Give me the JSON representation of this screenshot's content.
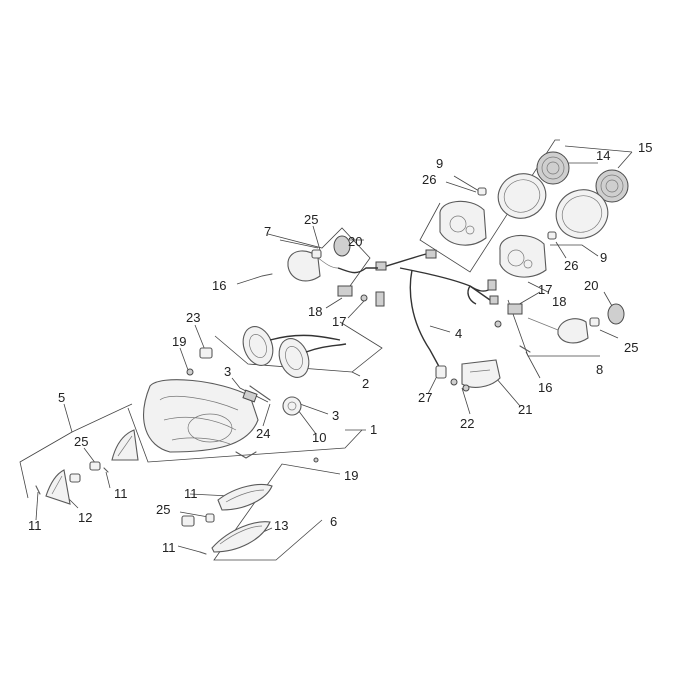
{
  "callouts": [
    {
      "id": "c1",
      "text": "1"
    },
    {
      "id": "c2",
      "text": "2"
    },
    {
      "id": "c3a",
      "text": "3"
    },
    {
      "id": "c3b",
      "text": "3"
    },
    {
      "id": "c4",
      "text": "4"
    },
    {
      "id": "c5",
      "text": "5"
    },
    {
      "id": "c6",
      "text": "6"
    },
    {
      "id": "c7",
      "text": "7"
    },
    {
      "id": "c8",
      "text": "8"
    },
    {
      "id": "c9a",
      "text": "9"
    },
    {
      "id": "c9b",
      "text": "9"
    },
    {
      "id": "c10",
      "text": "10"
    },
    {
      "id": "c11a",
      "text": "11"
    },
    {
      "id": "c11b",
      "text": "11"
    },
    {
      "id": "c11c",
      "text": "11"
    },
    {
      "id": "c11d",
      "text": "11"
    },
    {
      "id": "c12",
      "text": "12"
    },
    {
      "id": "c13",
      "text": "13"
    },
    {
      "id": "c14",
      "text": "14"
    },
    {
      "id": "c15",
      "text": "15"
    },
    {
      "id": "c16a",
      "text": "16"
    },
    {
      "id": "c16b",
      "text": "16"
    },
    {
      "id": "c17a",
      "text": "17"
    },
    {
      "id": "c17b",
      "text": "17"
    },
    {
      "id": "c18a",
      "text": "18"
    },
    {
      "id": "c18b",
      "text": "18"
    },
    {
      "id": "c19a",
      "text": "19"
    },
    {
      "id": "c19b",
      "text": "19"
    },
    {
      "id": "c20a",
      "text": "20"
    },
    {
      "id": "c20b",
      "text": "20"
    },
    {
      "id": "c21",
      "text": "21"
    },
    {
      "id": "c22",
      "text": "22"
    },
    {
      "id": "c23",
      "text": "23"
    },
    {
      "id": "c24",
      "text": "24"
    },
    {
      "id": "c25a",
      "text": "25"
    },
    {
      "id": "c25b",
      "text": "25"
    },
    {
      "id": "c25c",
      "text": "25"
    },
    {
      "id": "c25d",
      "text": "25"
    },
    {
      "id": "c26a",
      "text": "26"
    },
    {
      "id": "c26b",
      "text": "26"
    },
    {
      "id": "c27",
      "text": "27"
    }
  ]
}
